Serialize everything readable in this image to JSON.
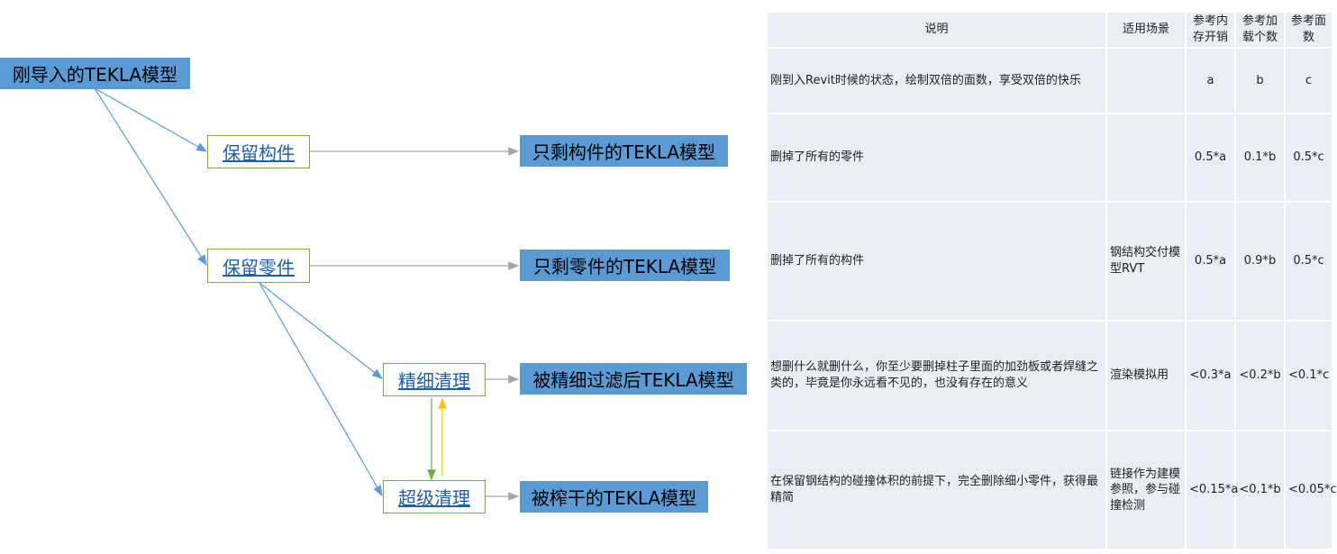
{
  "diagram": {
    "root": "刚导入的TEKLA模型",
    "options": [
      {
        "name": "保留构件",
        "result": "只剩构件的TEKLA模型"
      },
      {
        "name": "保留零件",
        "result": "只剩零件的TEKLA模型"
      },
      {
        "name": "精细清理",
        "result": "被精细过滤后TEKLA模型"
      },
      {
        "name": "超级清理",
        "result": "被榨干的TEKLA模型"
      }
    ]
  },
  "table": {
    "headers": [
      "说明",
      "适用场景",
      "参考内存开销",
      "参考加载个数",
      "参考面数"
    ],
    "rows": [
      [
        "刚到入Revit时候的状态，绘制双倍的面数，享受双倍的快乐",
        "",
        "a",
        "b",
        "c"
      ],
      [
        "删掉了所有的零件",
        "",
        "0.5*a",
        "0.1*b",
        "0.5*c"
      ],
      [
        "删掉了所有的构件",
        "钢结构交付模型RVT",
        "0.5*a",
        "0.9*b",
        "0.5*c"
      ],
      [
        "想删什么就删什么，你至少要删掉柱子里面的加劲板或者焊缝之类的，毕竟是你永远看不见的，也没有存在的意义",
        "渲染模拟用",
        "<0.3*a",
        "<0.2*b",
        "<0.1*c"
      ],
      [
        "在保留钢结构的碰撞体积的前提下，完全删除细小零件，获得最精简",
        "链接作为建模参照，参与碰撞检测",
        "<0.15*a",
        "<0.1*b",
        "<0.05*c"
      ]
    ]
  }
}
